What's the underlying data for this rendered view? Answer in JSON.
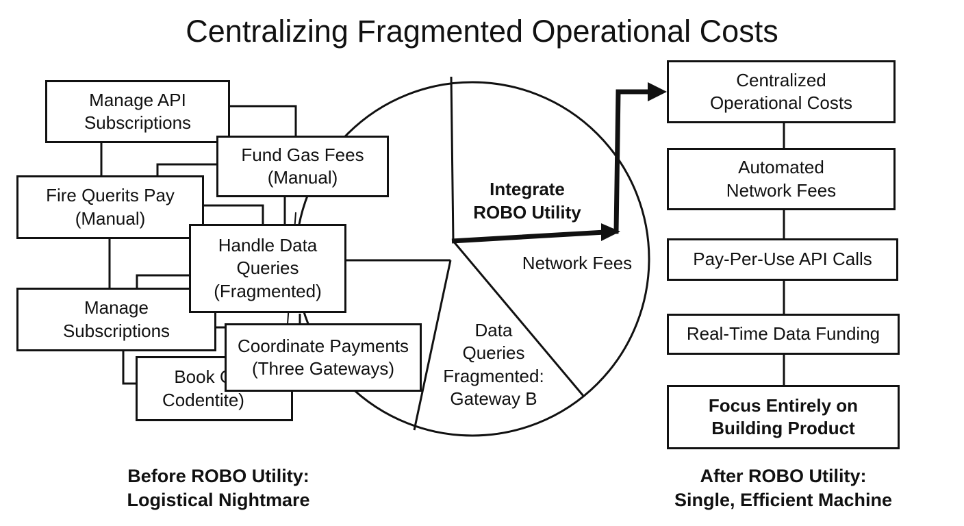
{
  "title": "Centralizing Fragmented Operational Costs",
  "before": {
    "caption": "Before ROBO Utility:\nLogistical Nightmare",
    "boxes": {
      "manage_api": "Manage API\nSubscriptions",
      "fund_gas": "Fund Gas Fees\n(Manual)",
      "fire_querits": "Fire Querits Pay\n(Manual)",
      "handle_data": "Handle Data\nQueries\n(Fragmented)",
      "manage_subs": "Manage\nSubscriptions",
      "book": "Book C\nCodentite)",
      "coordinate": "Coordinate Payments\n(Three Gateways)"
    }
  },
  "pie": {
    "integrate": "Integrate\nROBO Utility",
    "network_fees": "Network Fees",
    "data_queries": "Data\nQueries\nFragmented:\nGateway B"
  },
  "after": {
    "caption": "After ROBO Utility:\nSingle, Efficient Machine",
    "steps": [
      "Centralized\nOperational Costs",
      "Automated\nNetwork Fees",
      "Pay-Per-Use API Calls",
      "Real-Time Data Funding",
      "Focus Entirely on\nBuilding Product"
    ]
  },
  "colors": {
    "stroke": "#111111",
    "background": "#ffffff"
  },
  "icons": {
    "arrow": "arrow-head-right"
  }
}
